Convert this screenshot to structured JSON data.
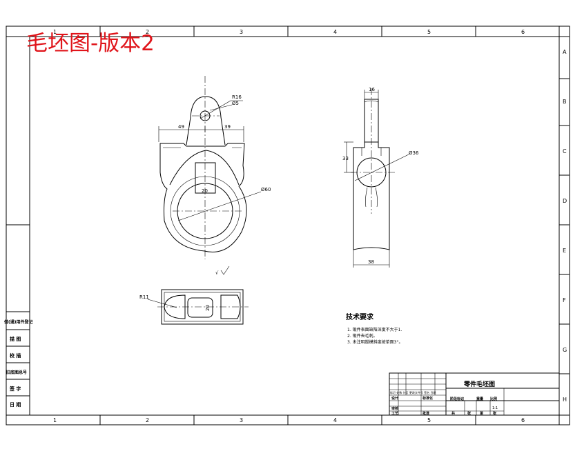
{
  "watermark": {
    "text": "毛坯图-版本2",
    "color": "#e0141a"
  },
  "frame": {
    "columns": [
      "1",
      "2",
      "3",
      "4",
      "5",
      "6"
    ],
    "rows": [
      "A",
      "B",
      "C",
      "D",
      "E",
      "F",
      "G",
      "H"
    ]
  },
  "left_strip": {
    "labels": [
      "借(通)用件登记",
      "描 图",
      "校 描",
      "旧底图总号",
      "签 字",
      "日 期"
    ]
  },
  "views": {
    "front": {
      "dimensions": {
        "r_top": "R16",
        "hole_top": "Ø5",
        "width_left": "49",
        "width_right": "39",
        "slot_width": "20",
        "big_hole": "Ø60"
      },
      "roughness": "√"
    },
    "side": {
      "dimensions": {
        "top_width": "16",
        "height_left": "33",
        "hole": "Ø36",
        "bottom_width": "38"
      }
    },
    "top": {
      "dimensions": {
        "fillet": "R11",
        "slot": "20"
      }
    }
  },
  "tech_requirements": {
    "title": "技术要求",
    "items": [
      "1. 锻件表面缺陷深度不大于1.",
      "2. 锻件去毛刺。",
      "3. 未注明拔模斜度按单面3°。"
    ]
  },
  "title_block": {
    "drawing_name": "零件毛坯图",
    "row_labels": [
      "标记 处数 分区 更改文件号 签名 日期"
    ],
    "cells": [
      "设计",
      "标准化",
      "审核",
      "工艺",
      "批准",
      "阶段标记",
      "重量",
      "比例",
      "共",
      "张",
      "第",
      "张"
    ],
    "scale": "1:1"
  }
}
